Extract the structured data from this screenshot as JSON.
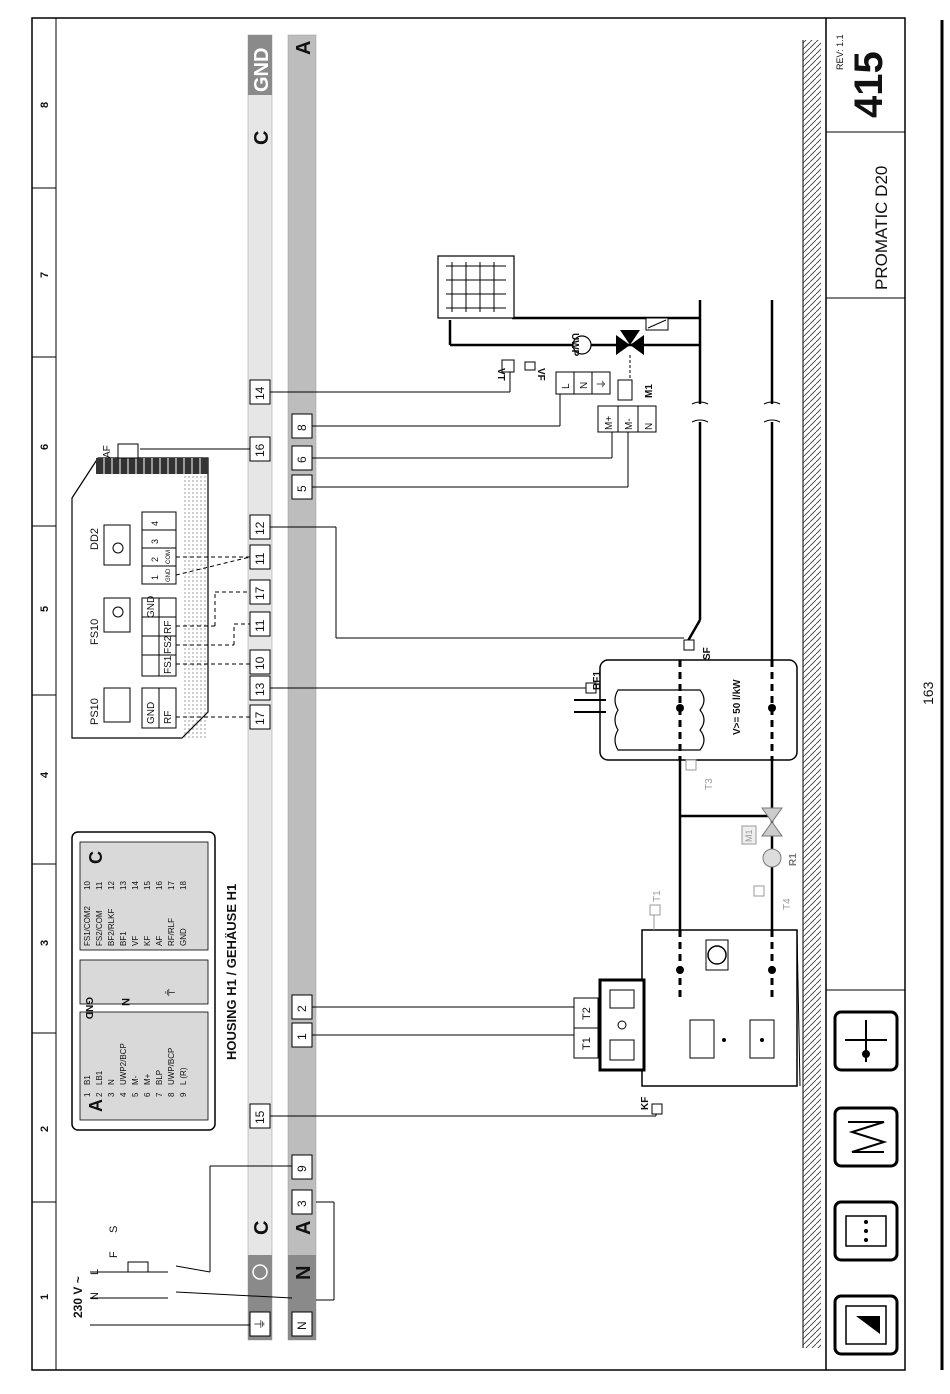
{
  "sheet": {
    "number": "415",
    "rev": "REV: 1.1",
    "model": "PROMATIC D20",
    "page": "163",
    "housing_title": "HOUSING H1 / GEHÄUSE H1",
    "grid": [
      "1",
      "2",
      "3",
      "4",
      "5",
      "6",
      "7",
      "8"
    ]
  },
  "busbars": {
    "gnd": "GND",
    "c": "C",
    "a": "A",
    "n": "N",
    "earth_symbol": "⏚"
  },
  "supply": {
    "voltage": "230 V ~",
    "l": "L",
    "n": "N",
    "fuse": "F",
    "switch": "S"
  },
  "terminals": {
    "c_bar": [
      "15",
      "17",
      "13",
      "10",
      "11",
      "17",
      "11",
      "12",
      "16",
      "14"
    ],
    "a_bar": [
      "3",
      "9",
      "1",
      "2",
      "5",
      "6",
      "8"
    ],
    "n_bar": [
      "N"
    ],
    "earth": [
      "⏚"
    ]
  },
  "legend_a": {
    "header": "A",
    "rows": [
      {
        "n": "1",
        "label": "B1"
      },
      {
        "n": "2",
        "label": "LB1"
      },
      {
        "n": "3",
        "label": "N"
      },
      {
        "n": "4",
        "label": "UWP2/BCP"
      },
      {
        "n": "5",
        "label": "M-"
      },
      {
        "n": "6",
        "label": "M+"
      },
      {
        "n": "7",
        "label": "BLP"
      },
      {
        "n": "8",
        "label": "UWP/BCP"
      },
      {
        "n": "9",
        "label": "L (R)"
      }
    ]
  },
  "legend_mid": {
    "gnd": "GND",
    "n": "N",
    "earth": "⏚"
  },
  "legend_c": {
    "header": "C",
    "rows": [
      {
        "n": "10",
        "label": "FS1/COM2"
      },
      {
        "n": "11",
        "label": "FS2/COM"
      },
      {
        "n": "12",
        "label": "BF2/RLKF"
      },
      {
        "n": "13",
        "label": "BF1"
      },
      {
        "n": "14",
        "label": "VF"
      },
      {
        "n": "15",
        "label": "KF"
      },
      {
        "n": "16",
        "label": "AF"
      },
      {
        "n": "17",
        "label": "RF/RLF"
      },
      {
        "n": "18",
        "label": "GND"
      }
    ]
  },
  "remote_devices": {
    "ps10": {
      "name": "PS10",
      "pins": [
        "GND",
        "RF"
      ]
    },
    "fs10": {
      "name": "FS10",
      "pins": [
        "GND",
        "RF",
        "FS2",
        "FS1"
      ]
    },
    "dd2": {
      "name": "DD2",
      "pins": [
        "1",
        "2",
        "3",
        "4"
      ],
      "sub": [
        "GND",
        "COM"
      ]
    },
    "af": "AF"
  },
  "components": {
    "kf": "KF",
    "t1": "T1",
    "t2": "T2",
    "t1_sensor": "T1",
    "t4": "T4",
    "r1": "R1",
    "m1_gray": "M1",
    "t3": "T3",
    "bf1": "BF1",
    "sf": "SF",
    "tank_note": "V>= 50 l/kW",
    "vt": "VT",
    "vf": "VF",
    "uwp": "UWP",
    "m1": "M1",
    "uwp_box": [
      "L",
      "N",
      "⏚"
    ],
    "m1_box": [
      "M+",
      "M-",
      "N"
    ]
  }
}
